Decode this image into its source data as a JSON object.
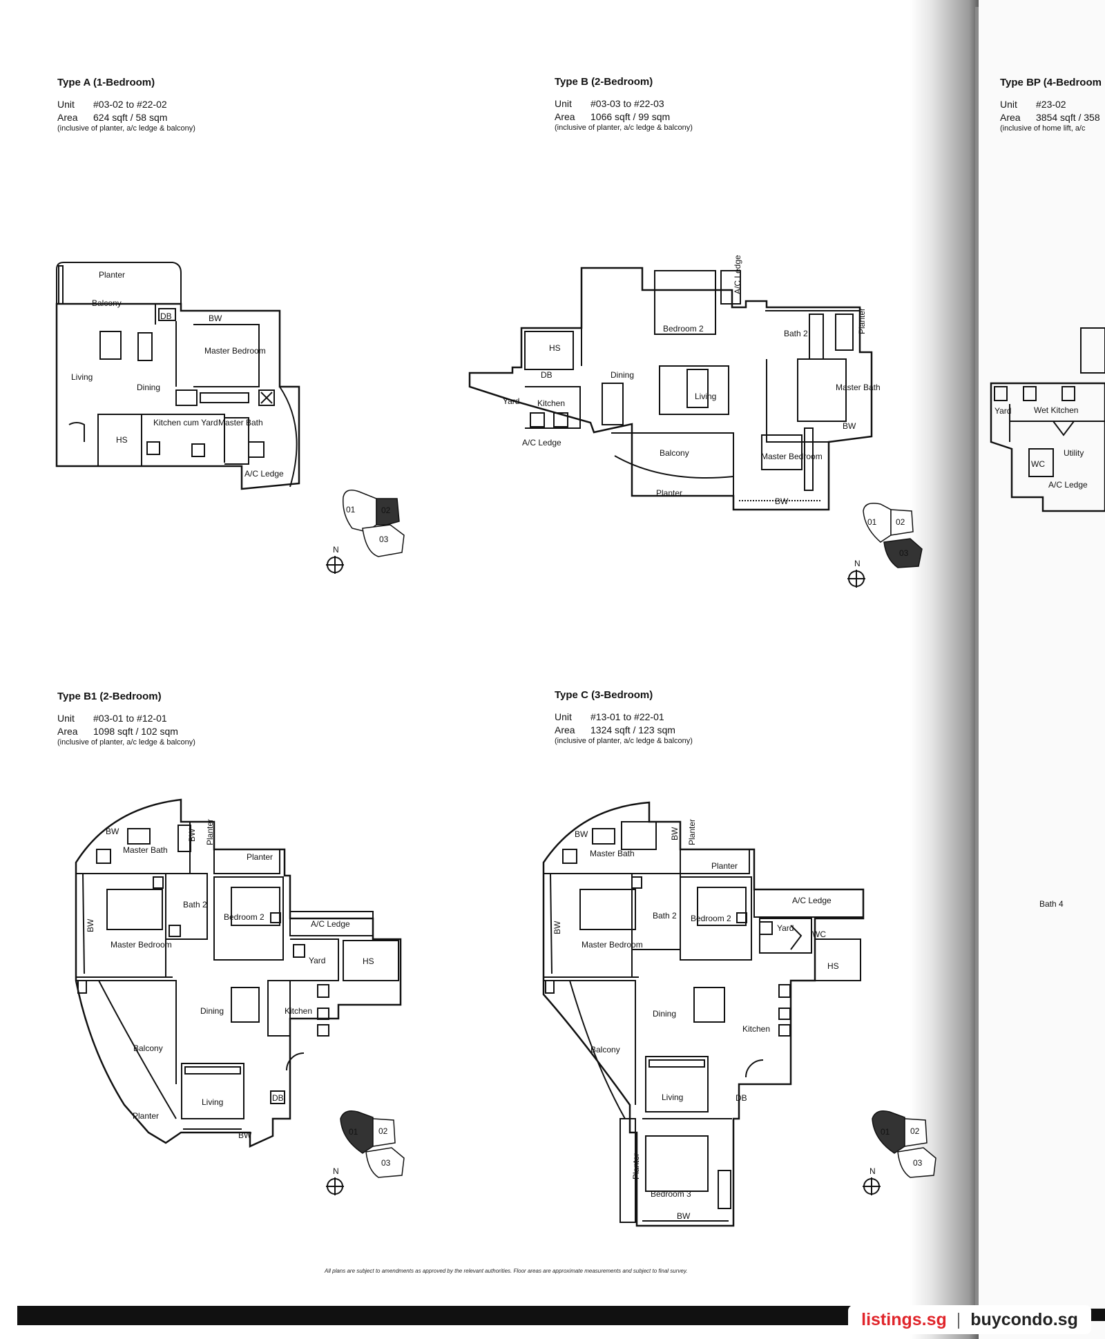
{
  "plans": {
    "type_a": {
      "title": "Type A (1-Bedroom)",
      "unit_label": "Unit",
      "unit_value": "#03-02 to #22-02",
      "area_label": "Area",
      "area_value": "624 sqft / 58 sqm",
      "note": "(inclusive of planter, a/c ledge & balcony)"
    },
    "type_b": {
      "title": "Type B (2-Bedroom)",
      "unit_label": "Unit",
      "unit_value": "#03-03 to #22-03",
      "area_label": "Area",
      "area_value": "1066 sqft / 99 sqm",
      "note": "(inclusive of planter, a/c ledge & balcony)"
    },
    "type_bp": {
      "title": "Type BP (4-Bedroom",
      "unit_label": "Unit",
      "unit_value": "#23-02",
      "area_label": "Area",
      "area_value": "3854 sqft / 358",
      "note": "(inclusive of home lift, a/c"
    },
    "type_b1": {
      "title": "Type B1 (2-Bedroom)",
      "unit_label": "Unit",
      "unit_value": "#03-01 to #12-01",
      "area_label": "Area",
      "area_value": "1098 sqft / 102 sqm",
      "note": "(inclusive of planter, a/c ledge & balcony)"
    },
    "type_c": {
      "title": "Type C (3-Bedroom)",
      "unit_label": "Unit",
      "unit_value": "#13-01 to #22-01",
      "area_label": "Area",
      "area_value": "1324 sqft / 123 sqm",
      "note": "(inclusive of planter, a/c ledge & balcony)"
    }
  },
  "rooms": {
    "a": {
      "planter": "Planter",
      "balcony": "Balcony",
      "db": "DB",
      "bw": "BW",
      "living": "Living",
      "dining": "Dining",
      "master_bedroom": "Master Bedroom",
      "hs": "HS",
      "kitchen_yard": "Kitchen cum Yard",
      "master_bath": "Master Bath",
      "ac_ledge": "A/C Ledge"
    },
    "b": {
      "bedroom2": "Bedroom 2",
      "ac_ledge_top": "A/C Ledge",
      "bath2": "Bath 2",
      "planter_side": "Planter",
      "hs": "HS",
      "db": "DB",
      "dining": "Dining",
      "living": "Living",
      "master_bath": "Master Bath",
      "yard": "Yard",
      "kitchen": "Kitchen",
      "ac_ledge": "A/C Ledge",
      "balcony": "Balcony",
      "planter": "Planter",
      "master_bedroom": "Master Bedroom",
      "bw": "BW",
      "bw2": "BW"
    },
    "bp": {
      "yard": "Yard",
      "wet_kitchen": "Wet Kitchen",
      "utility": "Utility",
      "wc": "WC",
      "ac_ledge": "A/C Ledge",
      "bath4": "Bath 4"
    },
    "b1": {
      "bw_top": "BW",
      "master_bath": "Master Bath",
      "bw_v": "BW",
      "planter_v": "Planter",
      "planter_top": "Planter",
      "bath2": "Bath 2",
      "bedroom2": "Bedroom 2",
      "ac_ledge": "A/C Ledge",
      "bw_side": "BW",
      "master_bedroom": "Master Bedroom",
      "yard": "Yard",
      "hs": "HS",
      "dining": "Dining",
      "kitchen": "Kitchen",
      "balcony": "Balcony",
      "living": "Living",
      "db": "DB",
      "planter_bottom": "Planter",
      "bw_bottom": "BW"
    },
    "c": {
      "bw_top": "BW",
      "master_bath": "Master Bath",
      "bw_v": "BW",
      "planter_v": "Planter",
      "planter_top": "Planter",
      "ac_ledge": "A/C Ledge",
      "bath2": "Bath 2",
      "bedroom2": "Bedroom 2",
      "yard": "Yard",
      "wc": "WC",
      "bw_side": "BW",
      "master_bedroom": "Master Bedroom",
      "hs": "HS",
      "dining": "Dining",
      "kitchen": "Kitchen",
      "balcony": "Balcony",
      "living": "Living",
      "db": "DB",
      "planter_v2": "Planter",
      "bedroom3": "Bedroom 3",
      "bw_bottom": "BW"
    }
  },
  "keyplans": {
    "a": {
      "u1": "01",
      "u2": "02",
      "u3": "03",
      "n": "N"
    },
    "b": {
      "u1": "01",
      "u2": "02",
      "u3": "03",
      "n": "N"
    },
    "b1": {
      "u1": "01",
      "u2": "02",
      "u3": "03",
      "n": "N"
    },
    "c": {
      "u1": "01",
      "u2": "02",
      "u3": "03",
      "n": "N"
    }
  },
  "footnote": "All plans are subject to amendments as approved by the relevant authorities. Floor areas are approximate measurements and subject to final survey.",
  "watermark": {
    "brand1": "listings.sg",
    "separator": "|",
    "brand2": "buycondo.sg",
    "brand1_color": "#e0252b"
  }
}
